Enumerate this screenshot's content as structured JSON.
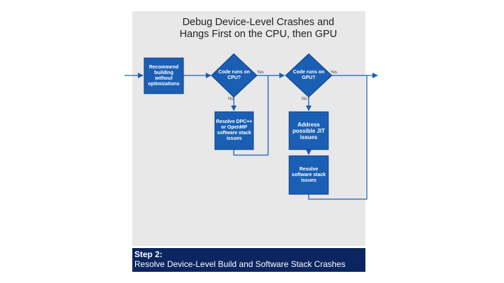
{
  "title": {
    "line1": "Debug Device-Level Crashes and",
    "line2": "Hangs First on the CPU, then GPU"
  },
  "nodes": {
    "recommend": {
      "line1": "Recommend",
      "line2": "building",
      "line3": "without",
      "line4": "optimizations"
    },
    "cpu_decision": {
      "line1": "Code runs on",
      "line2": "CPU?"
    },
    "gpu_decision": {
      "line1": "Code runs on",
      "line2": "GPU?"
    },
    "resolve_dpcpp": {
      "line1": "Resolve DPC++",
      "line2": "or OpenMP",
      "line3": "software stack",
      "line4": "issues"
    },
    "address_jit": {
      "line1": "Address",
      "line2": "possible JIT",
      "line3": "issues"
    },
    "resolve_stack": {
      "line1": "Resolve",
      "line2": "software stack",
      "line3": "issues"
    }
  },
  "edge_labels": {
    "cpu_yes": "Yes",
    "cpu_no": "No",
    "gpu_yes": "Yes",
    "gpu_no": "No"
  },
  "colors": {
    "node_fill": "#1a5fb4",
    "node_stroke": "#0d3f86",
    "connector": "#1a5fb4",
    "panel": "#e8e8e8",
    "footer": "#0b2560"
  },
  "footer": {
    "step": "Step 2:",
    "subtitle": "Resolve Device-Level Build and Software Stack Crashes"
  }
}
